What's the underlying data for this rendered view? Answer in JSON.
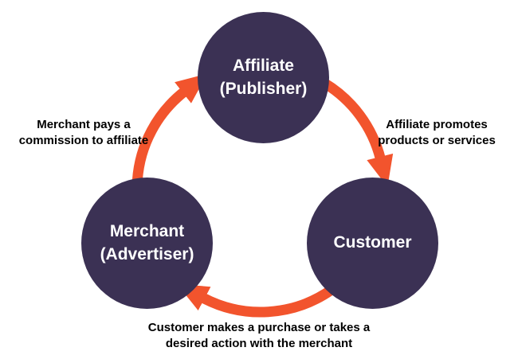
{
  "nodes": {
    "affiliate": {
      "line1": "Affiliate",
      "line2": "(Publisher)"
    },
    "customer": {
      "line1": "Customer"
    },
    "merchant": {
      "line1": "Merchant",
      "line2": "(Advertiser)"
    }
  },
  "edges": {
    "merchant_to_affiliate": "Merchant pays a\ncommission to affiliate",
    "affiliate_to_customer": "Affiliate promotes\nproducts or services",
    "customer_to_merchant": "Customer makes a purchase or takes a\ndesired action with the merchant"
  },
  "colors": {
    "node": "#3b3154",
    "arrow": "#f2542d",
    "text": "#000000",
    "background": "#ffffff"
  },
  "chart_data": {
    "type": "diagram-cycle",
    "title": "",
    "nodes": [
      "Affiliate (Publisher)",
      "Customer",
      "Merchant (Advertiser)"
    ],
    "flows": [
      {
        "from": "Affiliate (Publisher)",
        "to": "Customer",
        "label": "Affiliate promotes products or services"
      },
      {
        "from": "Customer",
        "to": "Merchant (Advertiser)",
        "label": "Customer makes a purchase or takes a desired action with the merchant"
      },
      {
        "from": "Merchant (Advertiser)",
        "to": "Affiliate (Publisher)",
        "label": "Merchant pays a commission to affiliate"
      }
    ]
  }
}
